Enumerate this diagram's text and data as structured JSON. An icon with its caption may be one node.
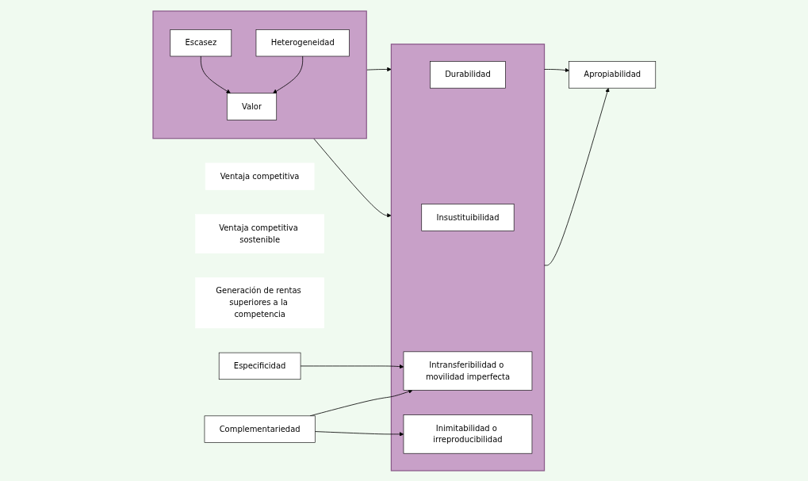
{
  "diagram": {
    "nodes": [
      {
        "text": [
          "Ventaja competitiva"
        ]
      },
      {
        "text": [
          "Ventaja competitiva sostenible"
        ]
      },
      {
        "text": [
          "Generación de rentas superiores a la competencia"
        ]
      },
      {
        "text": [],
        "shape": "box"
      },
      {
        "text": [
          "Escasez"
        ],
        "in": 3
      },
      {
        "text": [
          "Valor"
        ],
        "in": 3
      },
      {
        "text": [
          "Heterogeneidad"
        ],
        "in": 3
      },
      {
        "text": [],
        "shape": "box"
      },
      {
        "text": [
          "Durabilidad"
        ],
        "in": 7
      },
      {
        "text": [
          "Insustituibilidad"
        ],
        "in": 7
      },
      {
        "text": [
          "Inimitabilidad o irreproducibilidad"
        ],
        "in": 7
      },
      {
        "text": [
          "Intransferibilidad o movilidad imperfecta"
        ],
        "in": 7
      },
      {
        "text": [
          "Apropiabilidad"
        ]
      },
      {
        "text": [
          "Especificidad"
        ]
      },
      {
        "text": [
          "Complementariedad"
        ]
      }
    ],
    "edges": [
      {
        "from": 4,
        "to": 5,
        "arrow": "to"
      },
      {
        "from": 6,
        "to": 5,
        "arrow": "to"
      },
      {
        "from": 3,
        "to": 7,
        "arrow": "to"
      },
      {
        "from": 3,
        "to": 7,
        "arrow": "to"
      },
      {
        "from": 7,
        "to": 12,
        "arrow": "to"
      },
      {
        "from": 7,
        "to": 12,
        "arrow": "to"
      },
      {
        "from": 13,
        "to": 11,
        "arrow": "to"
      },
      {
        "from": 14,
        "to": 11,
        "arrow": "to"
      },
      {
        "from": 14,
        "to": 10,
        "arrow": "to"
      }
    ]
  }
}
